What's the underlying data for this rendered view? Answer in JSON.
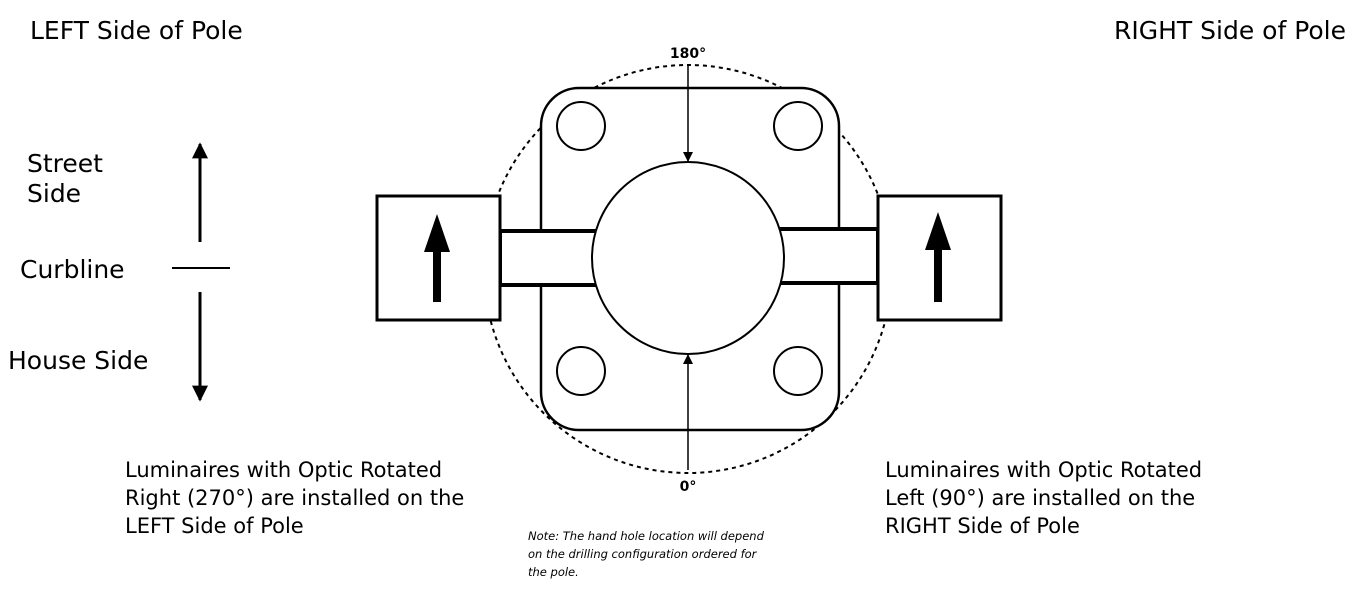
{
  "headings": {
    "left": "LEFT Side of Pole",
    "right": "RIGHT Side of Pole"
  },
  "orientation": {
    "street_line1": "Street",
    "street_line2": "Side",
    "curbline": "Curbline",
    "house": "House Side"
  },
  "angles": {
    "top": "180°",
    "bottom": "0°"
  },
  "captions": {
    "left_line1": "Luminaires with Optic Rotated",
    "left_line2": "Right (270°) are installed on the",
    "left_line3": "LEFT Side of Pole",
    "right_line1": "Luminaires with Optic Rotated",
    "right_line2": "Left (90°) are installed on the",
    "right_line3": "RIGHT Side of Pole"
  },
  "note": {
    "line1": "Note:  The hand hole location will depend",
    "line2": "on the drilling configuration ordered for",
    "line3": "the pole."
  }
}
